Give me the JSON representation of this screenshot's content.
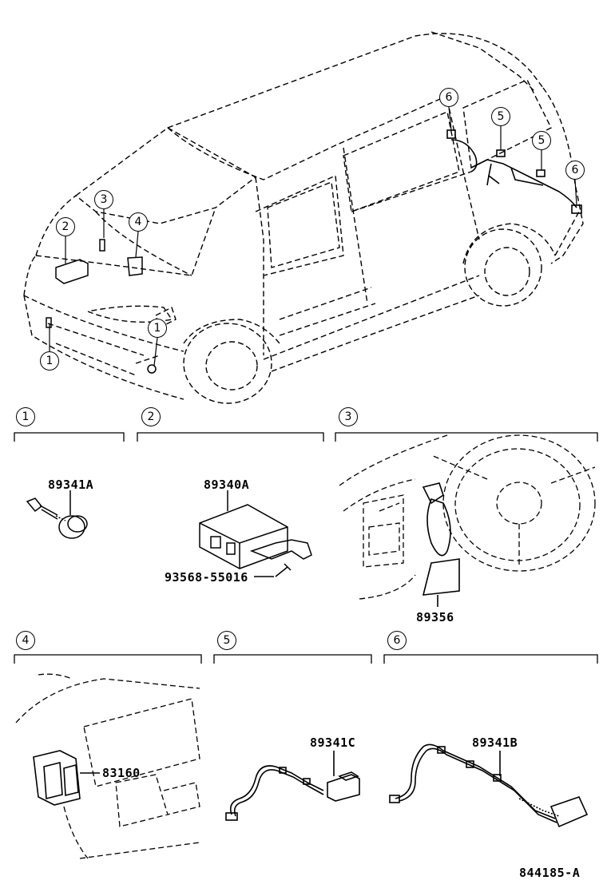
{
  "callouts": {
    "c1": "1",
    "c2": "2",
    "c3": "3",
    "c4": "4",
    "c5": "5",
    "c6": "6"
  },
  "panels": [
    {
      "number": "1",
      "part": "89341A"
    },
    {
      "number": "2",
      "part": "89340A",
      "part2": "93568-55016"
    },
    {
      "number": "3",
      "part": "89356"
    },
    {
      "number": "4",
      "part": "83160"
    },
    {
      "number": "5",
      "part": "89341C"
    },
    {
      "number": "6",
      "part": "89341B"
    }
  ],
  "drawing_number": "844185-A"
}
